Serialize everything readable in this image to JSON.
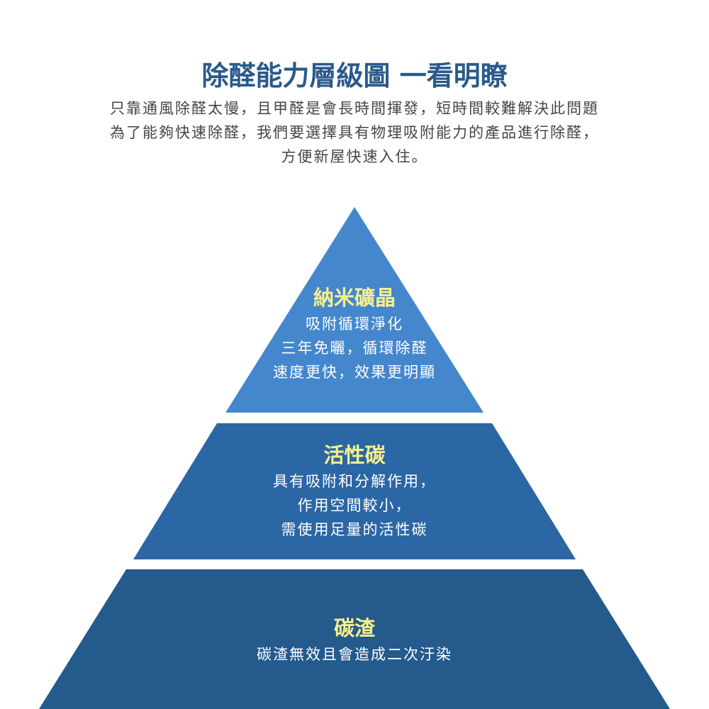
{
  "title": "除醛能力層級圖 一看明瞭",
  "intro": [
    "只靠通風除醛太慢，且甲醛是會長時間揮發，短時間較難解決此問題",
    "為了能夠快速除醛，我們要選擇具有物理吸附能力的產品進行除醛，",
    "方便新屋快速入住。"
  ],
  "colors": {
    "top": "#4487cc",
    "middle": "#2b66a5",
    "bottom": "#245a8c",
    "heading": "#f6f08c"
  },
  "tiers": [
    {
      "name": "納米礦晶",
      "lines": [
        "吸附循環淨化",
        "三年免曬，循環除醛",
        "速度更快，效果更明顯"
      ]
    },
    {
      "name": "活性碳",
      "lines": [
        "具有吸附和分解作用，",
        "作用空間較小，",
        "需使用足量的活性碳"
      ]
    },
    {
      "name": "碳渣",
      "lines": [
        "碳渣無效且會造成二次汙染"
      ]
    }
  ]
}
